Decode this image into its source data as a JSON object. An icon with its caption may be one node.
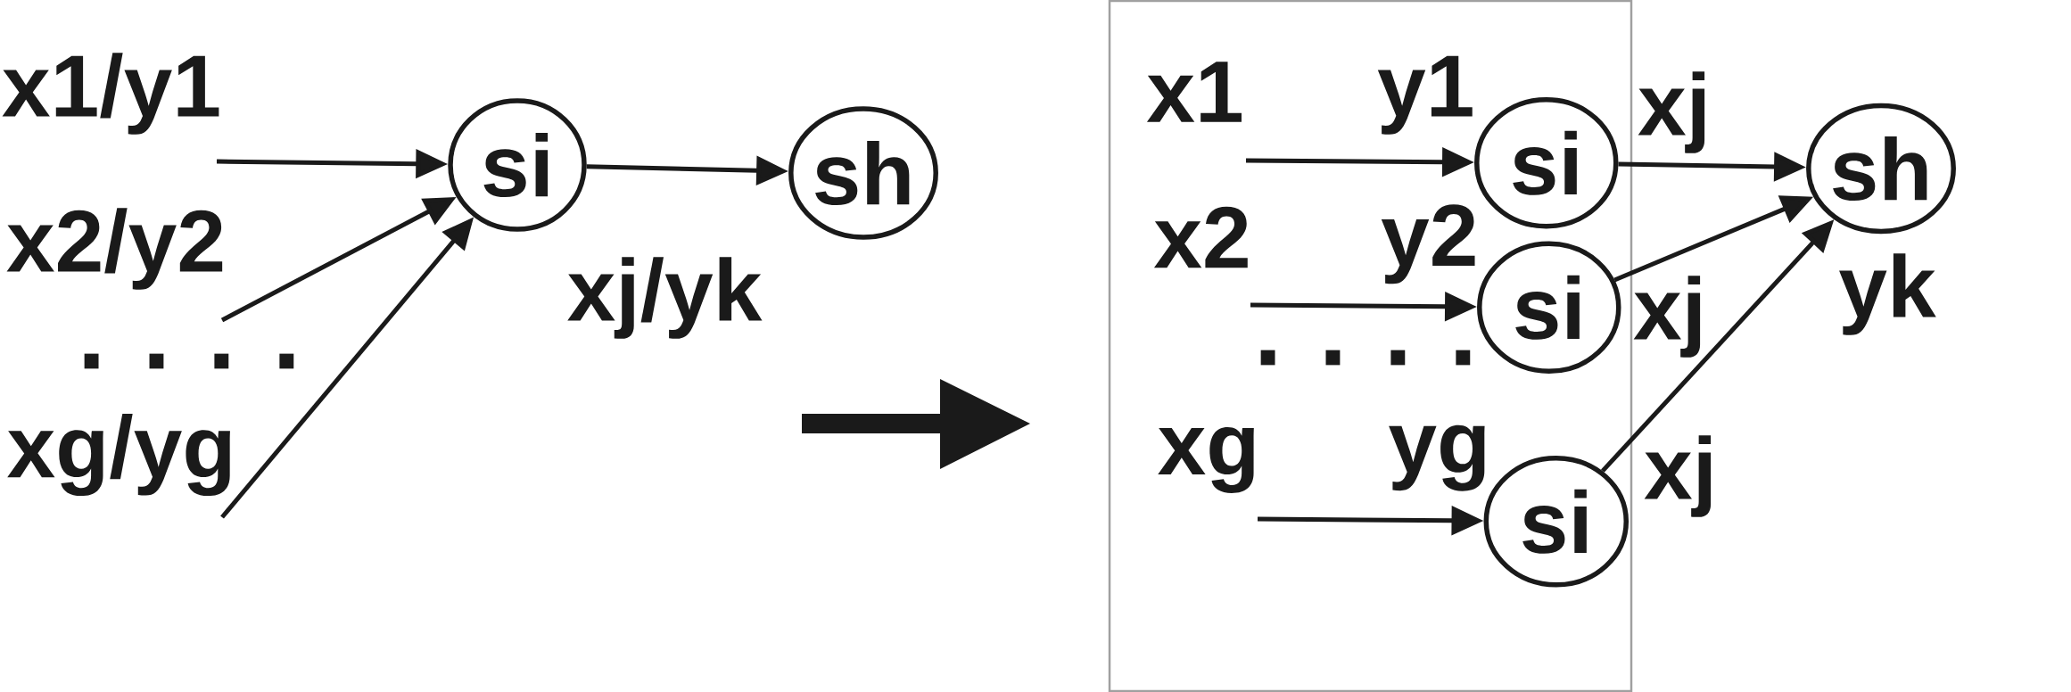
{
  "diagram": {
    "nodes": [
      {
        "text": [
          "si"
        ]
      },
      {
        "text": [
          "sh"
        ]
      },
      {
        "text": [],
        "shape": "box"
      },
      {
        "text": [
          "si"
        ],
        "in": 2,
        "beside": [
          "y1"
        ]
      },
      {
        "text": [
          "si"
        ],
        "in": 2,
        "beside": [
          "y2"
        ]
      },
      {
        "text": [
          "si"
        ],
        "in": 2,
        "beside": [
          "yg"
        ]
      },
      {
        "text": [
          "sh"
        ],
        "beside": [
          "yk"
        ]
      }
    ],
    "edges": [
      {
        "from": null,
        "to": 0,
        "arrow": "to",
        "label": "x1/y1"
      },
      {
        "from": null,
        "to": 0,
        "arrow": "to",
        "label": "x2/y2"
      },
      {
        "from": null,
        "to": 0,
        "arrow": "to",
        "label": "xg/yg"
      },
      {
        "from": 0,
        "to": 1,
        "arrow": "to",
        "label": "xj/yk"
      },
      {
        "from": null,
        "to": 3,
        "arrow": "to",
        "label": "x1"
      },
      {
        "from": null,
        "to": 4,
        "arrow": "to",
        "label": "x2"
      },
      {
        "from": null,
        "to": 5,
        "arrow": "to",
        "label": "xg"
      },
      {
        "from": 3,
        "to": 6,
        "arrow": "to",
        "label": "xj"
      },
      {
        "from": 4,
        "to": 6,
        "arrow": "to",
        "label": "xj"
      },
      {
        "from": 5,
        "to": 6,
        "arrow": "to",
        "label": "xj"
      }
    ],
    "labels": [
      ". . . .",
      ". . . ."
    ]
  }
}
